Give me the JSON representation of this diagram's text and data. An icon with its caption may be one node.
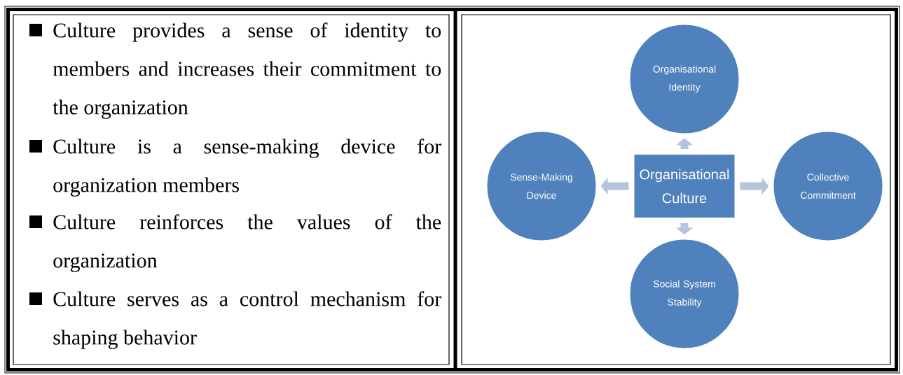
{
  "diagram": {
    "nodes": [
      {
        "text": [
          "Organisational Identity"
        ]
      },
      {
        "text": [
          "Sense-Making Device"
        ]
      },
      {
        "text": [
          "Organisational Culture"
        ]
      },
      {
        "text": [
          "Collective Commitment"
        ]
      },
      {
        "text": [
          "Social System Stability"
        ]
      }
    ],
    "edges": [
      {
        "from": 2,
        "to": 0,
        "arrow": "to"
      },
      {
        "from": 2,
        "to": 1,
        "arrow": "to"
      },
      {
        "from": 2,
        "to": 3,
        "arrow": "to"
      },
      {
        "from": 2,
        "to": 4,
        "arrow": "to"
      }
    ],
    "labels": [
      "Culture provides a sense of identity to members and increases their commitment to the organization",
      "Culture is a sense-making device for organization members",
      "Culture reinforces the values of the organization",
      "Culture serves as a control mechanism for shaping behavior"
    ]
  }
}
